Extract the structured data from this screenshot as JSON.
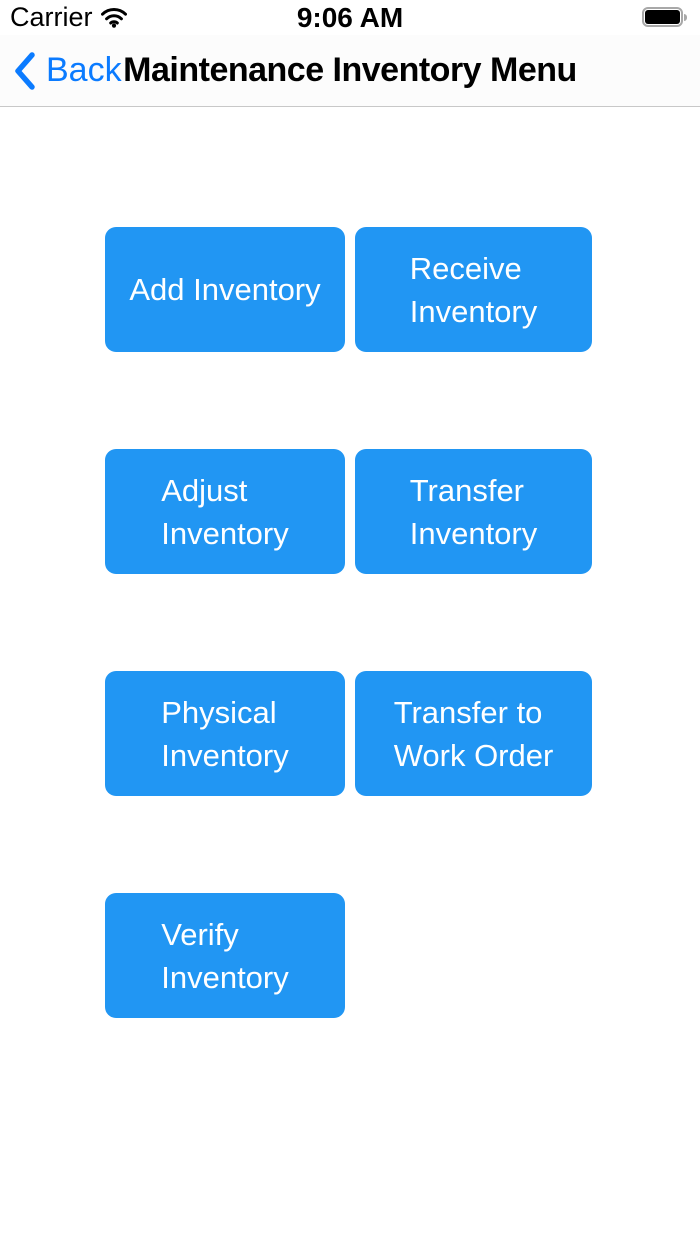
{
  "status_bar": {
    "carrier": "Carrier",
    "time": "9:06 AM",
    "icons": {
      "wifi": "wifi-icon",
      "battery": "battery-full-icon"
    }
  },
  "nav_bar": {
    "back_label": "Back",
    "back_icon": "chevron-left-icon",
    "title": "Maintenance Inventory Menu"
  },
  "colors": {
    "button_blue": "#2196f3",
    "back_blue": "#0b7bff",
    "navbar_border": "#c8c8c8",
    "button_text": "#ffffff"
  },
  "buttons": [
    {
      "label": "Add Inventory"
    },
    {
      "label": "Receive\nInventory"
    },
    {
      "label": "Adjust\nInventory"
    },
    {
      "label": "Transfer\nInventory"
    },
    {
      "label": "Physical\nInventory"
    },
    {
      "label": "Transfer to\nWork Order"
    },
    {
      "label": "Verify\nInventory"
    }
  ]
}
